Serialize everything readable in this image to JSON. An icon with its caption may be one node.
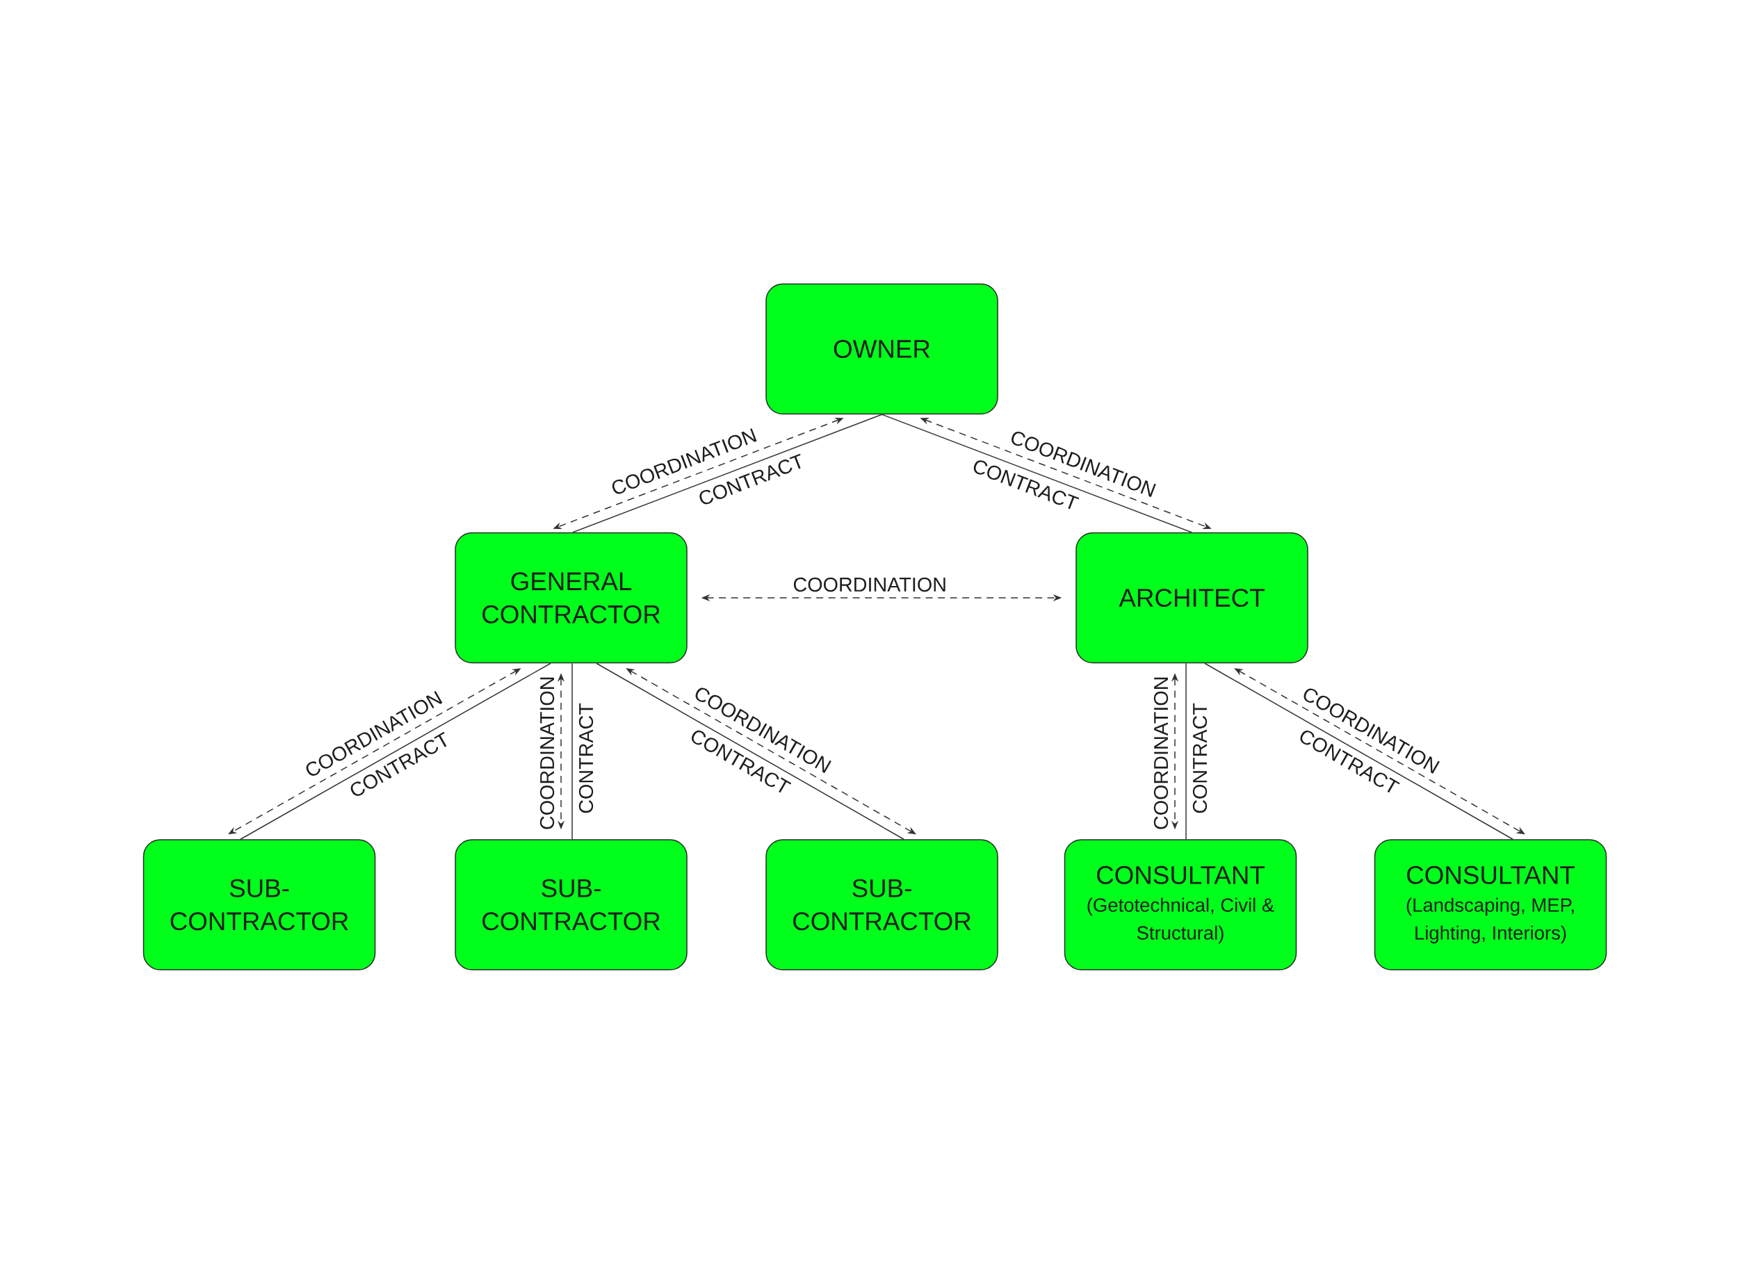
{
  "diagram": {
    "nodes": [
      {
        "text": [
          "OWNER"
        ]
      },
      {
        "text": [
          "GENERAL CONTRACTOR"
        ]
      },
      {
        "text": [
          "ARCHITECT"
        ]
      },
      {
        "text": [
          "SUB- CONTRACTOR"
        ]
      },
      {
        "text": [
          "SUB- CONTRACTOR"
        ]
      },
      {
        "text": [
          "SUB- CONTRACTOR"
        ]
      },
      {
        "text": [
          "CONSULTANT",
          "(Getotechnical, Civil & Structural)"
        ]
      },
      {
        "text": [
          "CONSULTANT",
          "(Landscaping, MEP, Lighting, Interiors)"
        ]
      }
    ],
    "edges": [
      {
        "from": 0,
        "to": 1,
        "arrow": "both",
        "style": "dashed",
        "label": "COORDINATION"
      },
      {
        "from": 0,
        "to": 1,
        "arrow": "none",
        "label": "CONTRACT"
      },
      {
        "from": 0,
        "to": 2,
        "arrow": "both",
        "style": "dashed",
        "label": "COORDINATION"
      },
      {
        "from": 0,
        "to": 2,
        "arrow": "none",
        "label": "CONTRACT"
      },
      {
        "from": 1,
        "to": 2,
        "arrow": "both",
        "style": "dashed",
        "label": "COORDINATION"
      },
      {
        "from": 1,
        "to": 3,
        "arrow": "both",
        "style": "dashed",
        "label": "COORDINATION"
      },
      {
        "from": 1,
        "to": 3,
        "arrow": "none",
        "label": "CONTRACT"
      },
      {
        "from": 1,
        "to": 4,
        "arrow": "both",
        "style": "dashed",
        "label": "COORDINATION"
      },
      {
        "from": 1,
        "to": 4,
        "arrow": "none",
        "label": "CONTRACT"
      },
      {
        "from": 1,
        "to": 5,
        "arrow": "both",
        "style": "dashed",
        "label": "COORDINATION"
      },
      {
        "from": 1,
        "to": 5,
        "arrow": "none",
        "label": "CONTRACT"
      },
      {
        "from": 2,
        "to": 6,
        "arrow": "both",
        "style": "dashed",
        "label": "COORDINATION"
      },
      {
        "from": 2,
        "to": 6,
        "arrow": "none",
        "label": "CONTRACT"
      },
      {
        "from": 2,
        "to": 7,
        "arrow": "both",
        "style": "dashed",
        "label": "COORDINATION"
      },
      {
        "from": 2,
        "to": 7,
        "arrow": "none",
        "label": "CONTRACT"
      }
    ]
  }
}
